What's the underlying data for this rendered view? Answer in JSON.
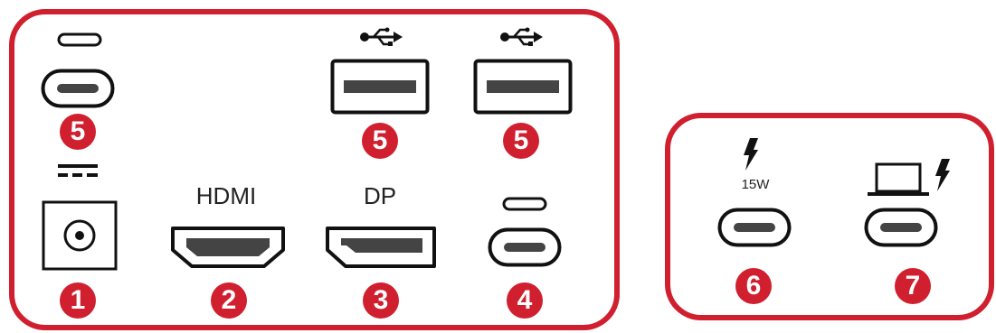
{
  "colors": {
    "frame": "#d01f2e",
    "badge": "#d01f2e",
    "port_outline": "#111111",
    "port_fill": "#444444"
  },
  "main_panel": {
    "ports": [
      {
        "icon": "usb-c-icon",
        "badge": "5"
      },
      {
        "icon": "usb-icon",
        "badge": "5"
      },
      {
        "icon": "usb-icon",
        "badge": "5"
      },
      {
        "icon": "dc-power-icon",
        "badge": "1"
      },
      {
        "label": "HDMI",
        "badge": "2"
      },
      {
        "label": "DP",
        "badge": "3"
      },
      {
        "icon": "usb-c-icon",
        "badge": "4"
      }
    ]
  },
  "side_panel": {
    "ports": [
      {
        "icon": "lightning-icon",
        "label": "15W",
        "badge": "6"
      },
      {
        "icon": "laptop-charge-icon",
        "badge": "7"
      }
    ]
  }
}
